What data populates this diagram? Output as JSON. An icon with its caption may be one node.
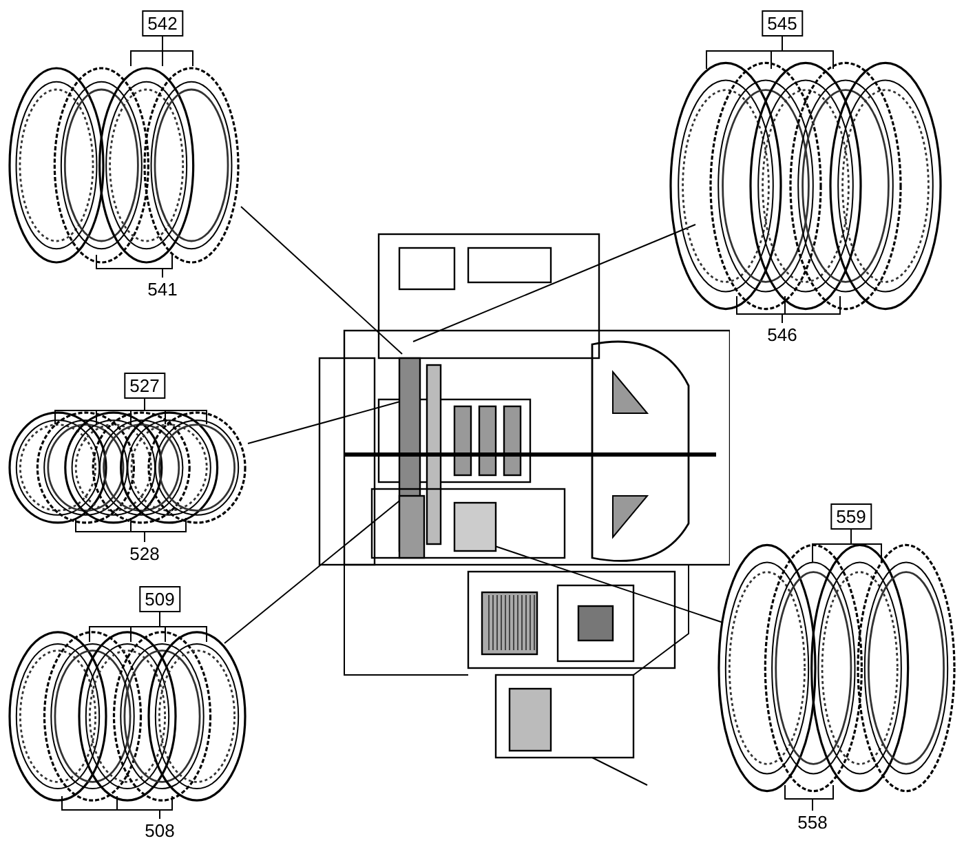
{
  "diagram": {
    "nodes": [
      {
        "text": [],
        "shape": "picture"
      },
      {
        "text": [],
        "shape": "picture"
      },
      {
        "text": [],
        "shape": "picture"
      },
      {
        "text": [],
        "shape": "picture"
      },
      {
        "text": [],
        "shape": "picture"
      },
      {
        "text": [],
        "shape": "picture"
      }
    ],
    "edges": [
      {
        "from": 0,
        "to": 2,
        "arrow": "none"
      },
      {
        "from": 1,
        "to": 2,
        "arrow": "none"
      },
      {
        "from": 3,
        "to": 2,
        "arrow": "none"
      },
      {
        "from": 4,
        "to": 2,
        "arrow": "none"
      },
      {
        "from": 5,
        "to": 2,
        "arrow": "none"
      }
    ],
    "labels": [
      "542",
      "545",
      "541",
      "546",
      "527",
      "559",
      "528",
      "509",
      "558",
      "508"
    ]
  }
}
